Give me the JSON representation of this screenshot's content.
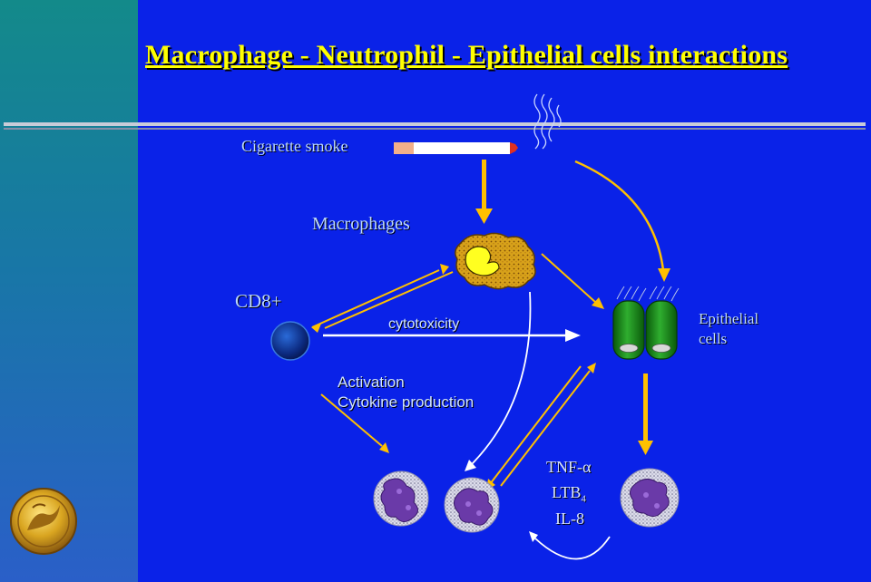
{
  "slide": {
    "title": "Macrophage - Neutrophil - Epithelial cells interactions",
    "cigarette_label": "Cigarette smoke",
    "macrophages_label": "Macrophages",
    "cd8_label": "CD8+",
    "cytotoxicity_label": "cytotoxicity",
    "epithelial_label_line1": "Epithelial",
    "epithelial_label_line2": "cells",
    "activation_label": "Activation",
    "cytokine_label": "Cytokine production",
    "mediators": {
      "tnf": "TNF-α",
      "ltb_main": "LTB",
      "ltb_sub": "4",
      "il8": "IL-8"
    },
    "colors": {
      "background": "#0a22e8",
      "title": "#ffff00",
      "arrow": "#ffc000",
      "label": "#bcd8ff"
    }
  }
}
